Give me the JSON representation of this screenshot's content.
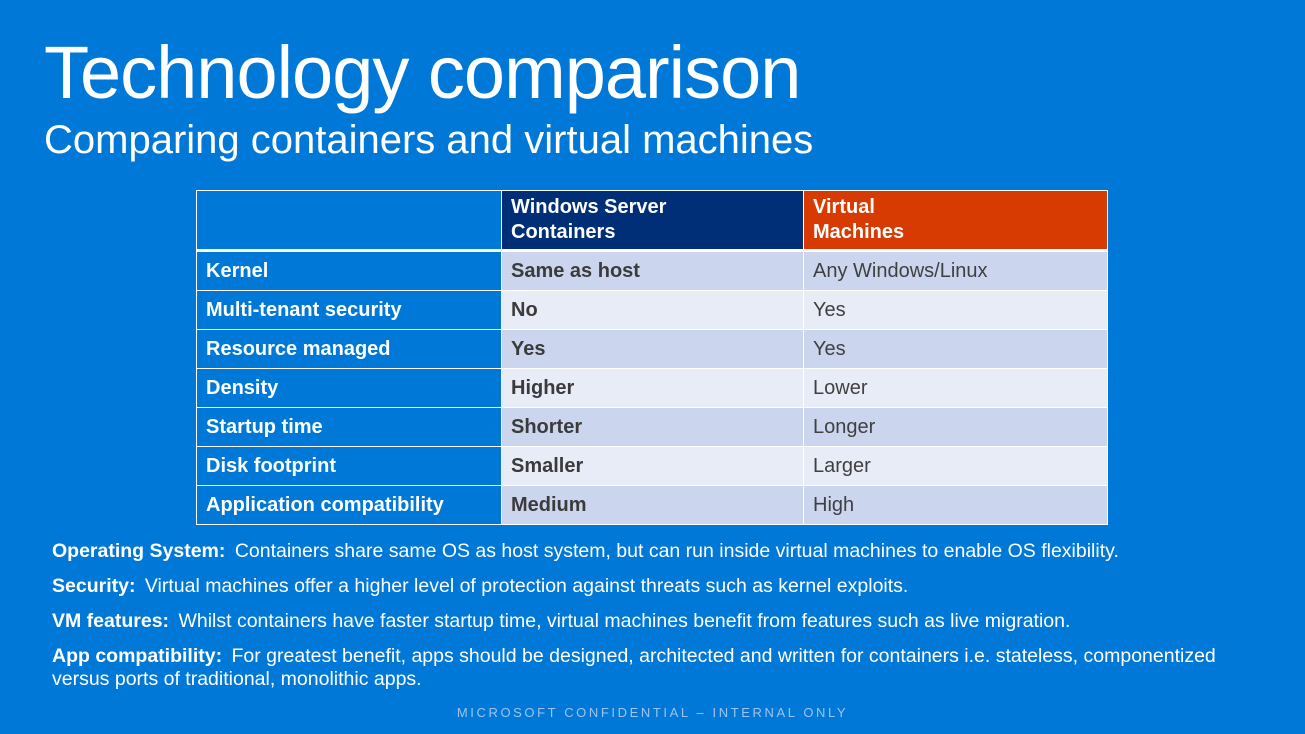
{
  "slide": {
    "title": "Technology comparison",
    "subtitle": "Comparing containers and virtual machines"
  },
  "table": {
    "headers": {
      "blank": "",
      "containers": "Windows Server Containers",
      "vms": "Virtual Machines"
    },
    "rows": [
      {
        "label": "Kernel",
        "containers": "Same as host",
        "vms": "Any Windows/Linux"
      },
      {
        "label": "Multi-tenant security",
        "containers": "No",
        "vms": "Yes"
      },
      {
        "label": "Resource managed",
        "containers": "Yes",
        "vms": "Yes"
      },
      {
        "label": "Density",
        "containers": "Higher",
        "vms": "Lower"
      },
      {
        "label": "Startup time",
        "containers": "Shorter",
        "vms": "Longer"
      },
      {
        "label": "Disk footprint",
        "containers": "Smaller",
        "vms": "Larger"
      },
      {
        "label": "Application compatibility",
        "containers": "Medium",
        "vms": "High"
      }
    ]
  },
  "notes": [
    {
      "label": "Operating System:",
      "text": "Containers share same OS as host system, but can run inside virtual machines to enable OS flexibility."
    },
    {
      "label": "Security:",
      "text": "Virtual machines offer a higher level of protection against threats such as kernel exploits."
    },
    {
      "label": "VM features:",
      "text": "Whilst containers have faster startup time, virtual machines benefit from features such as live migration."
    },
    {
      "label": "App compatibility:",
      "text": "For greatest benefit, apps should be designed, architected and written for containers i.e. stateless, componentized versus ports of traditional, monolithic apps."
    }
  ],
  "footer": "MICROSOFT CONFIDENTIAL – INTERNAL ONLY",
  "colors": {
    "background": "#0078d7",
    "containers_header": "#002f78",
    "vms_header": "#d83b01",
    "row_odd": "#cbd6ee",
    "row_even": "#e8ecf7"
  }
}
